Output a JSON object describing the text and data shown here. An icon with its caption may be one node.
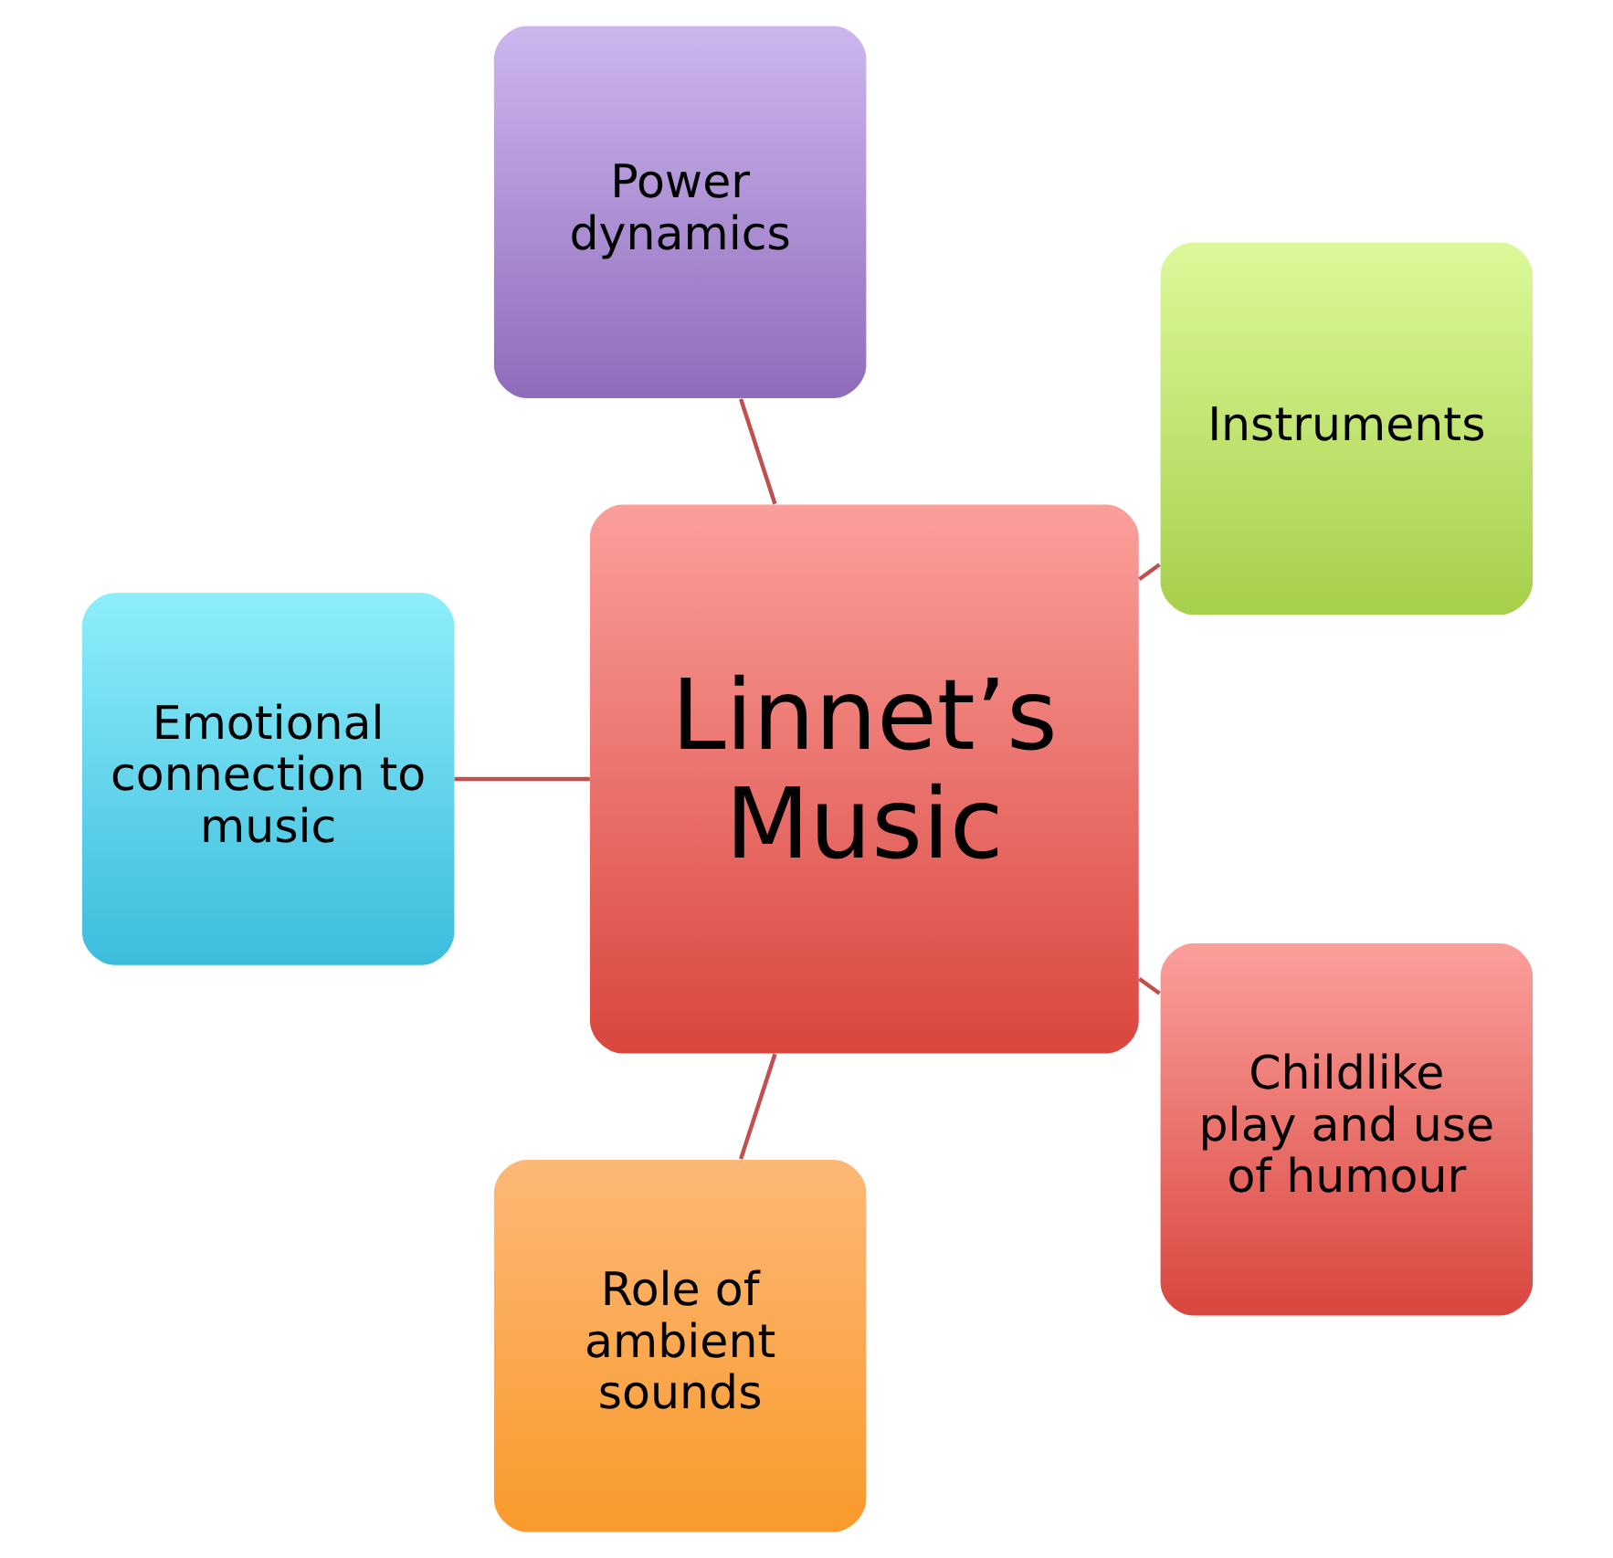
{
  "diagram": {
    "nodes": [
      {
        "text": [
          "Linnet’s Music"
        ]
      },
      {
        "text": [
          "Instruments"
        ]
      },
      {
        "text": [
          "Power dynamics"
        ]
      },
      {
        "text": [
          "Emotional connection to music"
        ]
      },
      {
        "text": [
          "Role of ambient sounds"
        ]
      },
      {
        "text": [
          "Childlike play and use of humour"
        ]
      }
    ],
    "edges": [
      {
        "from": 0,
        "to": 1,
        "arrow": "none"
      },
      {
        "from": 0,
        "to": 2,
        "arrow": "none"
      },
      {
        "from": 0,
        "to": 3,
        "arrow": "none"
      },
      {
        "from": 0,
        "to": 4,
        "arrow": "none"
      },
      {
        "from": 0,
        "to": 5,
        "arrow": "none"
      }
    ]
  }
}
